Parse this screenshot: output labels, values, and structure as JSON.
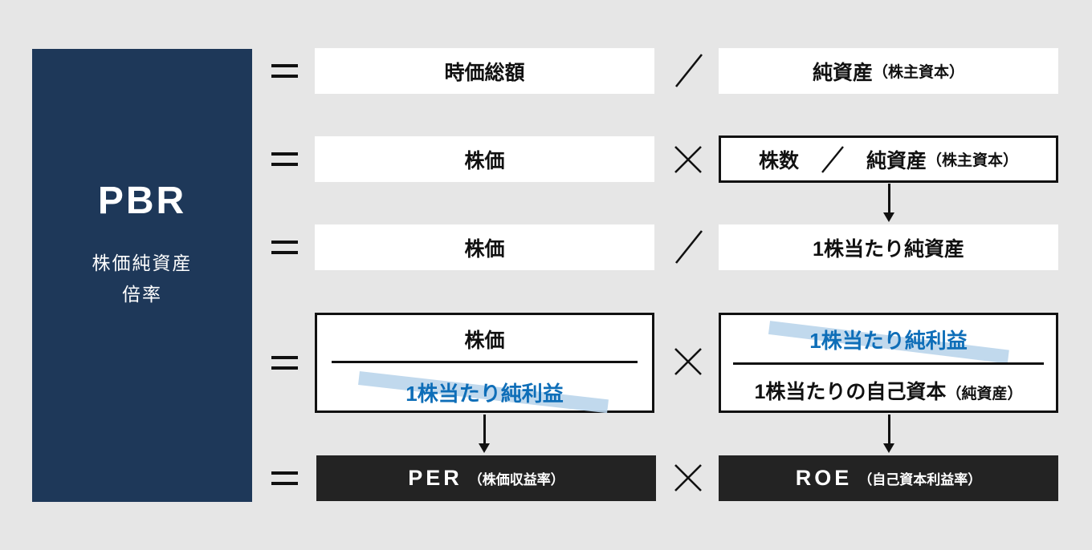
{
  "panel": {
    "acronym": "PBR",
    "subtitle_line1": "株価純資産",
    "subtitle_line2": "倍率"
  },
  "rows": {
    "row1": {
      "left": "時価総額",
      "right_main": "純資産",
      "right_paren": "（株主資本）"
    },
    "row2": {
      "left": "株価",
      "box_term1": "株数",
      "box_term2_main": "純資産",
      "box_term2_paren": "（株主資本）"
    },
    "row3": {
      "left": "株価",
      "right": "1株当たり純資産"
    },
    "row4": {
      "left_numerator": "株価",
      "left_denominator": "1株当たり純利益",
      "right_numerator": "1株当たり純利益",
      "right_denominator_main": "1株当たりの自己資本",
      "right_denominator_paren": "（純資産）"
    },
    "row5": {
      "left_acronym": "PER",
      "left_paren": "（株価収益率）",
      "right_acronym": "ROE",
      "right_paren": "（自己資本利益率）"
    }
  },
  "colors": {
    "background": "#e6e6e6",
    "panel_navy": "#1e3859",
    "dark_box": "#232323",
    "accent_blue": "#0e6eb8",
    "highlight_band": "#bad5eb",
    "line_black": "#111111"
  }
}
